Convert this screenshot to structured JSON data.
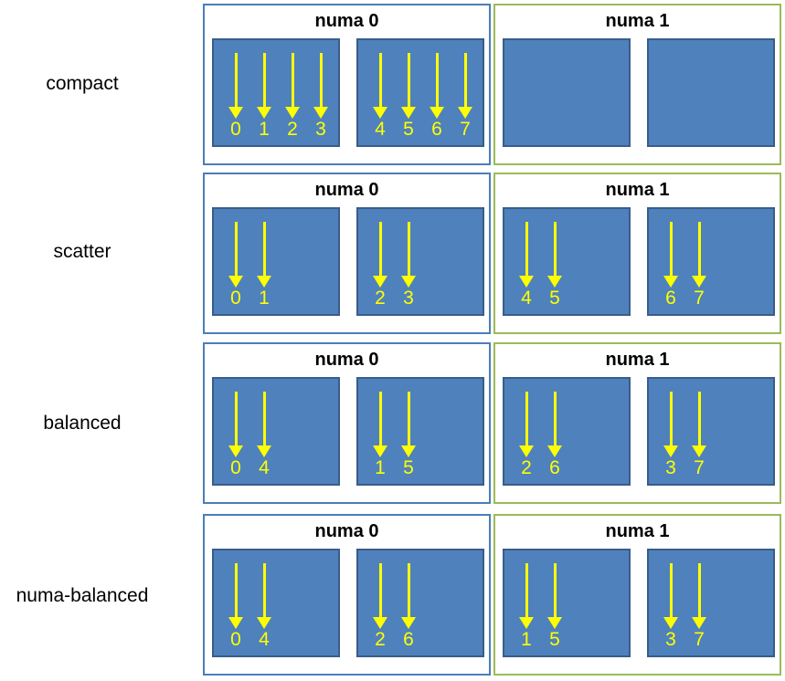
{
  "colors": {
    "numa0_border": "#4a7ebb",
    "numa1_border": "#9bbb59",
    "core_fill": "#4f81bd",
    "core_border": "#385d8a",
    "thread_color": "#ffff00"
  },
  "rows": [
    {
      "label": "compact",
      "numa0": {
        "title": "numa 0",
        "cores": [
          [
            "0",
            "1",
            "2",
            "3"
          ],
          [
            "4",
            "5",
            "6",
            "7"
          ]
        ]
      },
      "numa1": {
        "title": "numa 1",
        "cores": [
          [],
          []
        ]
      }
    },
    {
      "label": "scatter",
      "numa0": {
        "title": "numa 0",
        "cores": [
          [
            "0",
            "1"
          ],
          [
            "2",
            "3"
          ]
        ]
      },
      "numa1": {
        "title": "numa 1",
        "cores": [
          [
            "4",
            "5"
          ],
          [
            "6",
            "7"
          ]
        ]
      }
    },
    {
      "label": "balanced",
      "numa0": {
        "title": "numa 0",
        "cores": [
          [
            "0",
            "4"
          ],
          [
            "1",
            "5"
          ]
        ]
      },
      "numa1": {
        "title": "numa 1",
        "cores": [
          [
            "2",
            "6"
          ],
          [
            "3",
            "7"
          ]
        ]
      }
    },
    {
      "label": "numa-balanced",
      "numa0": {
        "title": "numa 0",
        "cores": [
          [
            "0",
            "4"
          ],
          [
            "2",
            "6"
          ]
        ]
      },
      "numa1": {
        "title": "numa 1",
        "cores": [
          [
            "1",
            "5"
          ],
          [
            "3",
            "7"
          ]
        ]
      }
    }
  ]
}
